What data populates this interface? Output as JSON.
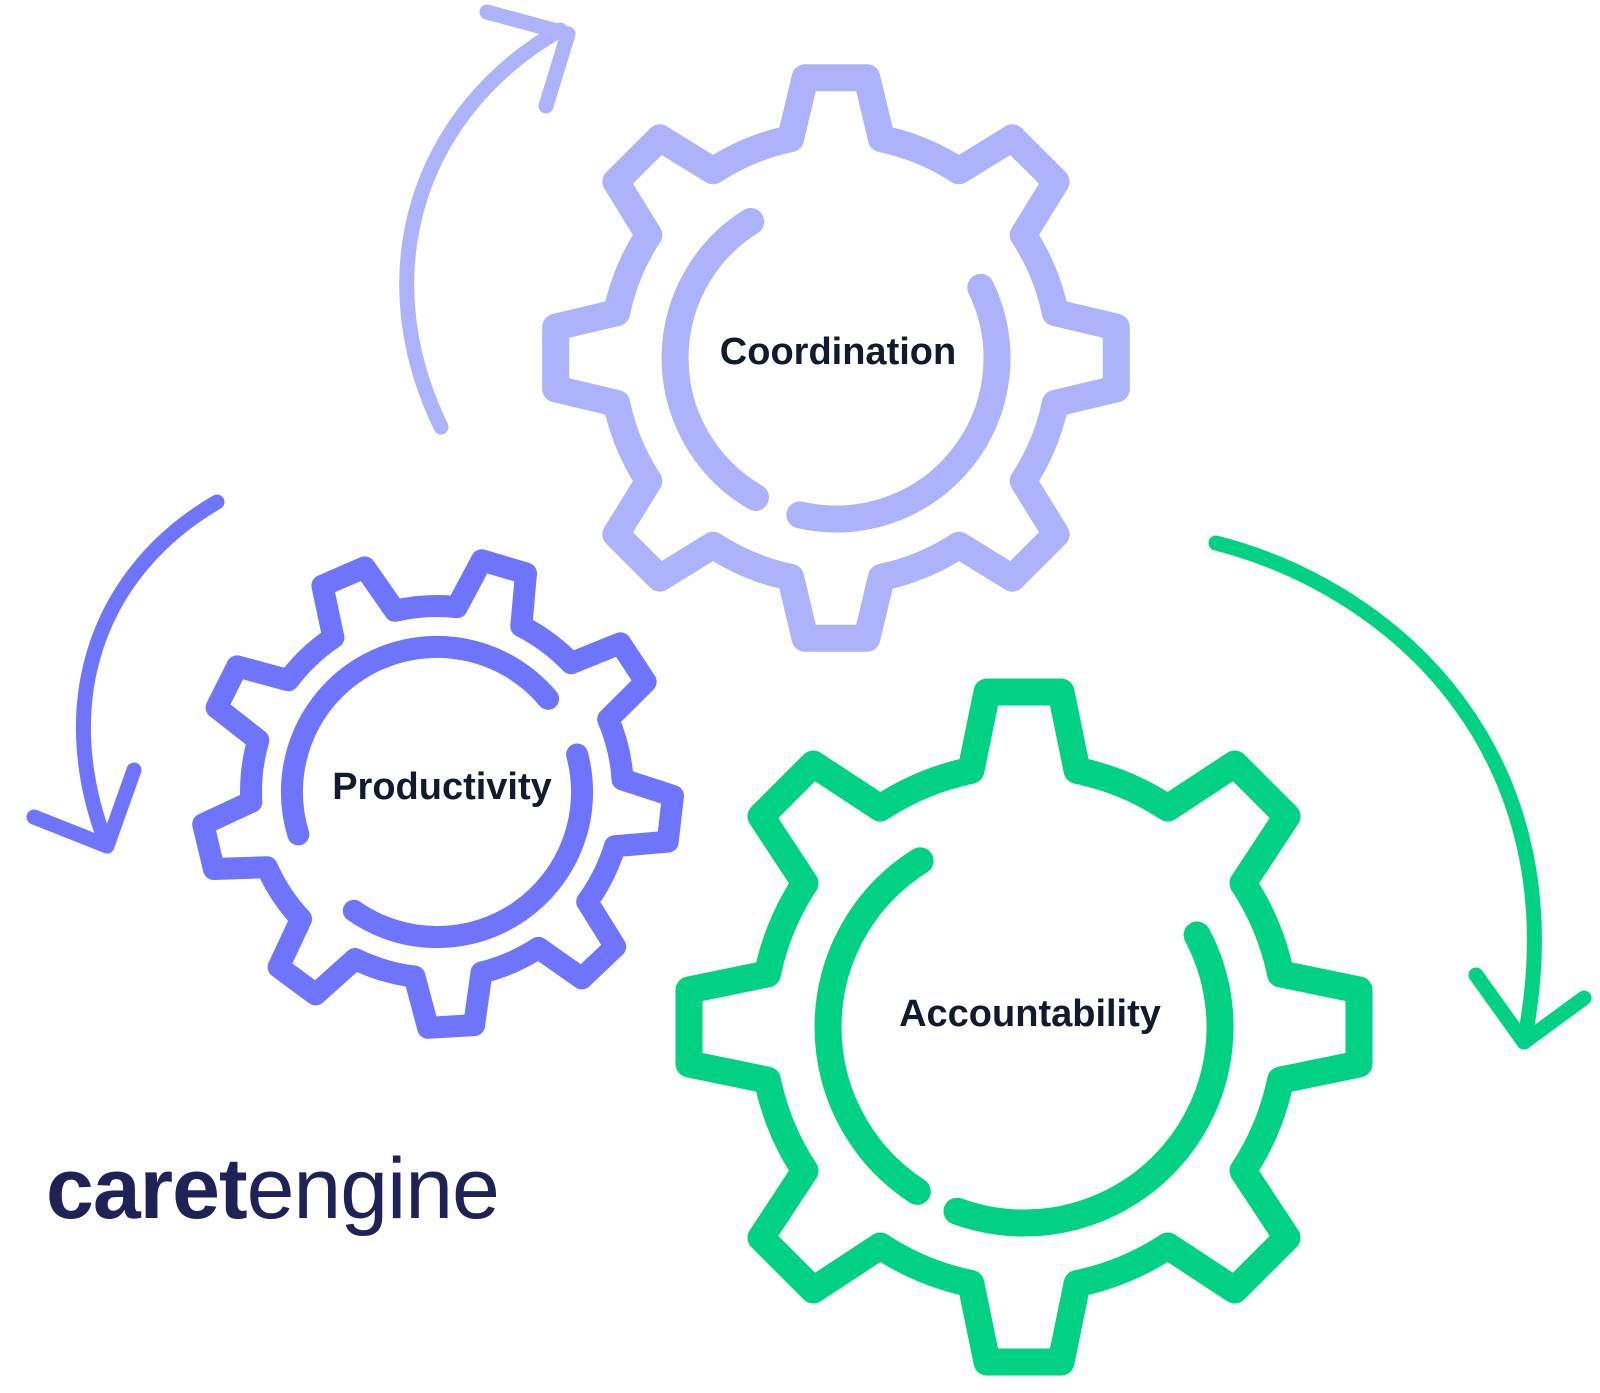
{
  "colors": {
    "coordination": "#adb3fa",
    "productivity": "#6e74fc",
    "accountability": "#00d183",
    "label_text": "#111a2e",
    "logo": "#1f2257"
  },
  "gears": {
    "coordination": {
      "label": "Coordination"
    },
    "productivity": {
      "label": "Productivity"
    },
    "accountability": {
      "label": "Accountability"
    }
  },
  "logo": {
    "bold": "caret",
    "regular": "engine"
  }
}
